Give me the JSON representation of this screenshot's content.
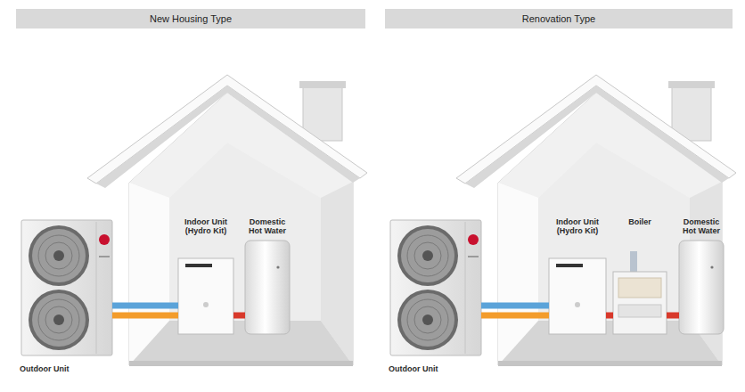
{
  "diagram": {
    "nodes": [
      {
        "text": [
          "New Housing Type"
        ]
      },
      {
        "text": [
          "Outdoor Unit"
        ],
        "in": 0
      },
      {
        "text": [
          "Indoor Unit (Hydro Kit)"
        ],
        "in": 0
      },
      {
        "text": [
          "Domestic Hot Water"
        ],
        "in": 0
      },
      {
        "text": [
          "Renovation Type"
        ]
      },
      {
        "text": [
          "Outdoor Unit"
        ],
        "in": 4
      },
      {
        "text": [
          "Indoor Unit (Hydro Kit)"
        ],
        "in": 4
      },
      {
        "text": [
          "Boiler"
        ],
        "in": 4
      },
      {
        "text": [
          "Domestic Hot Water"
        ],
        "in": 4
      }
    ],
    "edges": [
      {
        "from": 1,
        "to": 2,
        "arrow": "none"
      },
      {
        "from": 1,
        "to": 2,
        "arrow": "none"
      },
      {
        "from": 2,
        "to": 3,
        "arrow": "none"
      },
      {
        "from": 5,
        "to": 6,
        "arrow": "none"
      },
      {
        "from": 5,
        "to": 6,
        "arrow": "none"
      },
      {
        "from": 6,
        "to": 7,
        "arrow": "none"
      },
      {
        "from": 7,
        "to": 8,
        "arrow": "none"
      }
    ]
  }
}
